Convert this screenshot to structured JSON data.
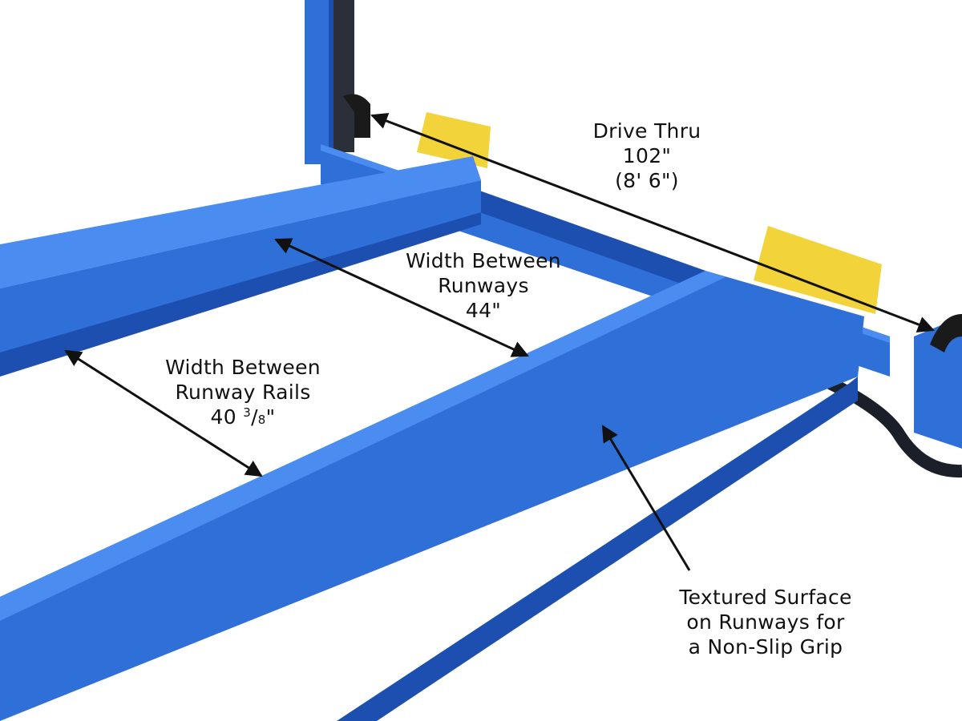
{
  "colors": {
    "runway_blue": "#2f6fd8",
    "runway_blue_dark": "#1d4fb0",
    "runway_blue_light": "#4a8cf0",
    "chock_yellow": "#f2d33a",
    "arrow": "#111111",
    "background": "#ffffff"
  },
  "callouts": {
    "drive_thru": {
      "line1": "Drive Thru",
      "line2": "102\"",
      "line3": "(8' 6\")"
    },
    "runway_width": {
      "line1": "Width Between",
      "line2": "Runways",
      "line3": "44\""
    },
    "rail_width": {
      "line1": "Width Between",
      "line2": "Runway Rails",
      "whole": "40 ",
      "numerator": "3",
      "slash": "/",
      "denominator": "8",
      "inch": "\""
    },
    "surface": {
      "line1": "Textured Surface",
      "line2": "on Runways for",
      "line3": "a Non-Slip Grip"
    }
  }
}
